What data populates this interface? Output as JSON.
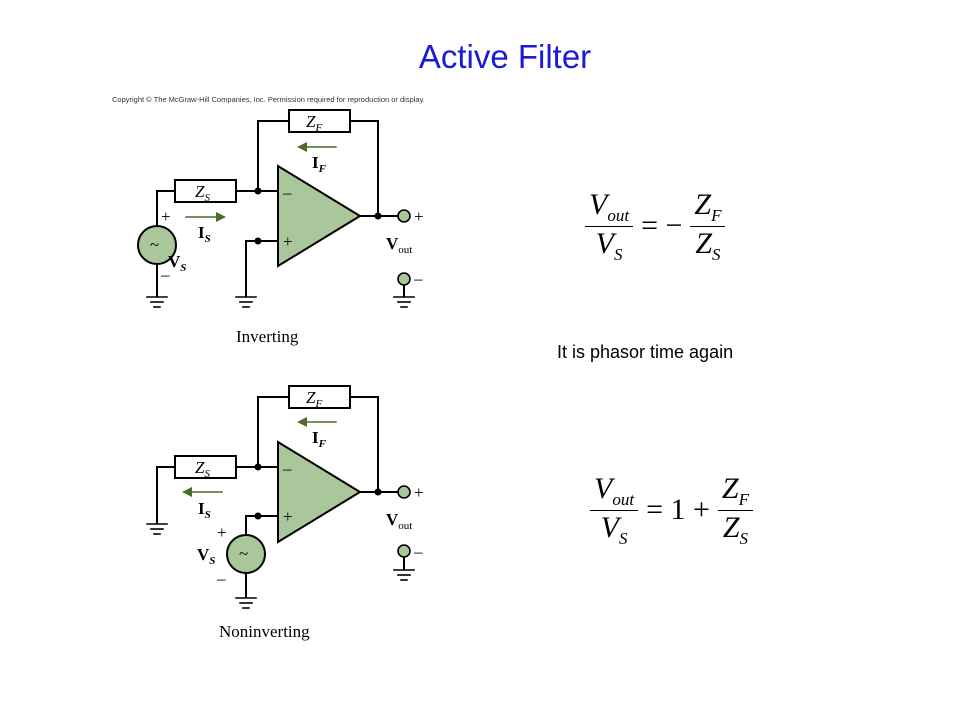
{
  "title": "Active Filter",
  "copyright": "Copyright © The McGraw-Hill Companies, Inc. Permission required for reproduction or display.",
  "caption": "It is phasor time again",
  "inverting": {
    "label": "Inverting",
    "zf": "Z",
    "zf_sub": "F",
    "if": "I",
    "if_sub": "F",
    "zs": "Z",
    "zs_sub": "S",
    "is": "I",
    "is_sub": "S",
    "vs": "V",
    "vs_sub": "S",
    "vout": "V",
    "vout_sub": "out",
    "plus": "+",
    "minus": "–",
    "tilde": "~"
  },
  "noninverting": {
    "label": "Noninverting",
    "zf": "Z",
    "zf_sub": "F",
    "if": "I",
    "if_sub": "F",
    "zs": "Z",
    "zs_sub": "S",
    "is": "I",
    "is_sub": "S",
    "vs": "V",
    "vs_sub": "S",
    "vout": "V",
    "vout_sub": "out",
    "plus": "+",
    "minus": "–",
    "tilde": "~"
  },
  "formula1": {
    "num": "V",
    "num_sub": "out",
    "den": "V",
    "den_sub": "S",
    "eq": "= −",
    "num2": "Z",
    "num2_sub": "F",
    "den2": "Z",
    "den2_sub": "S"
  },
  "formula2": {
    "num": "V",
    "num_sub": "out",
    "den": "V",
    "den_sub": "S",
    "eq": "= 1 +",
    "num2": "Z",
    "num2_sub": "F",
    "den2": "Z",
    "den2_sub": "S"
  },
  "colors": {
    "title": "#1a1adb",
    "opamp_fill": "#a9c79a",
    "node_fill": "#a9c79a",
    "arrow": "#4a6b2a"
  }
}
